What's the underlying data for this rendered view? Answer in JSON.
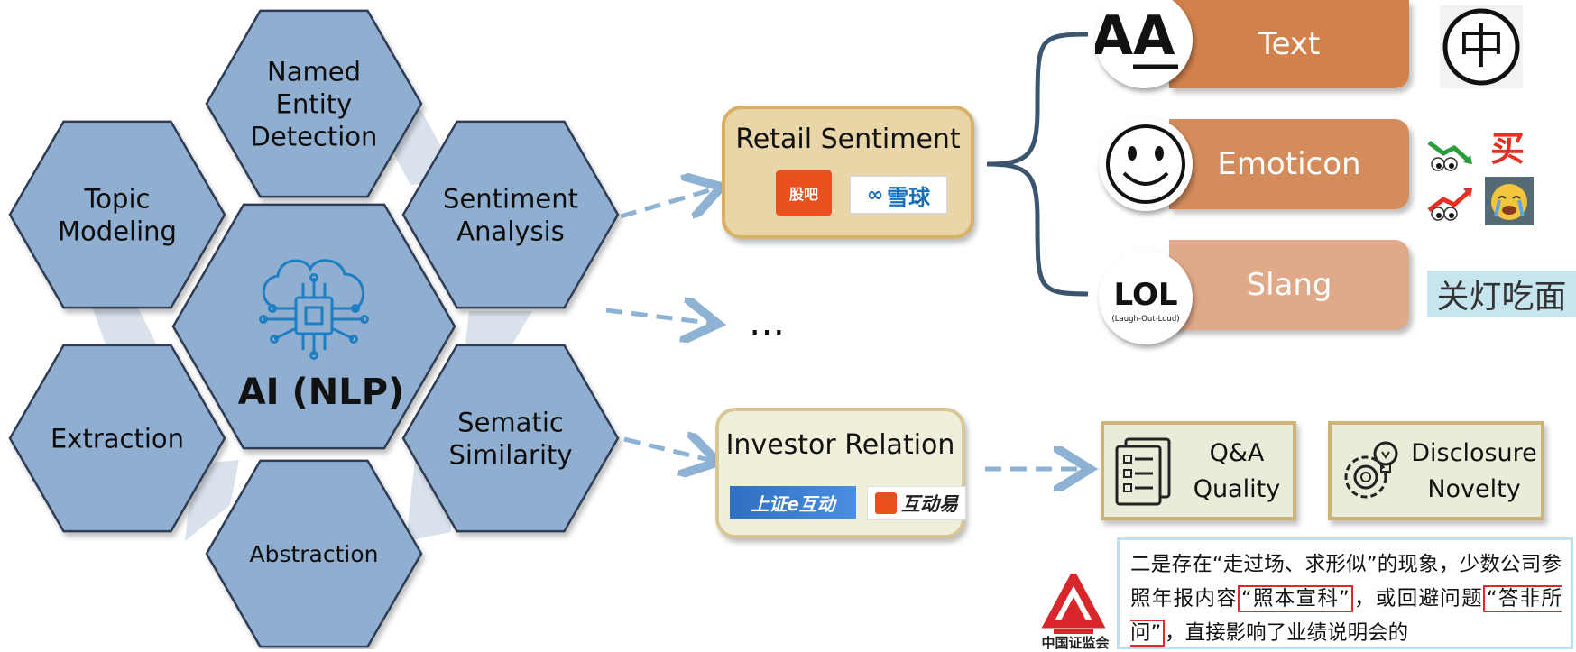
{
  "center": {
    "label": "AI (NLP)"
  },
  "hexes": [
    {
      "id": "named-entity",
      "lines": [
        "Named",
        "Entity",
        "Detection"
      ]
    },
    {
      "id": "topic-modeling",
      "lines": [
        "Topic",
        "Modeling"
      ]
    },
    {
      "id": "sentiment-analysis",
      "lines": [
        "Sentiment",
        "Analysis"
      ]
    },
    {
      "id": "extraction",
      "lines": [
        "Extraction"
      ]
    },
    {
      "id": "sematic-similarity",
      "lines": [
        "Sematic",
        "Similarity"
      ]
    },
    {
      "id": "abstraction",
      "lines": [
        "Abstraction"
      ]
    }
  ],
  "retail": {
    "title": "Retail Sentiment",
    "logo_guba": "股吧",
    "logo_xueqiu": "雪球"
  },
  "ellipsis": "…",
  "investor": {
    "title": "Investor Relation",
    "logo_szse": "上证e互动",
    "logo_hudongyi": "互动易"
  },
  "categories": {
    "text": "Text",
    "emoticon": "Emoticon",
    "slang": "Slang",
    "text_icon": "AA",
    "zhong_char": "中",
    "lol_main": "LOL",
    "lol_sub": "(Laugh-Out-Loud)",
    "slang_example": "关灯吃面",
    "emoticon_mai": "买"
  },
  "outcomes": {
    "qa": "Q&A Quality",
    "disclosure": "Disclosure Novelty"
  },
  "notice": {
    "part1": "二是存在“走过场、求形似”的现象，少数公司参照年报内容",
    "highlight1": "“照本宣科”",
    "part2": "，或回避问题",
    "highlight2": "“答非所问”",
    "part3": "，直接影响了业绩说明会的",
    "org_name": "中国证监会"
  },
  "colors": {
    "hex_fill": "#8faed0",
    "hex_stroke": "#2f3d55",
    "arrow": "#8eb2d4",
    "brace": "#3b5570",
    "chip_icon": "#1f7ec2"
  }
}
